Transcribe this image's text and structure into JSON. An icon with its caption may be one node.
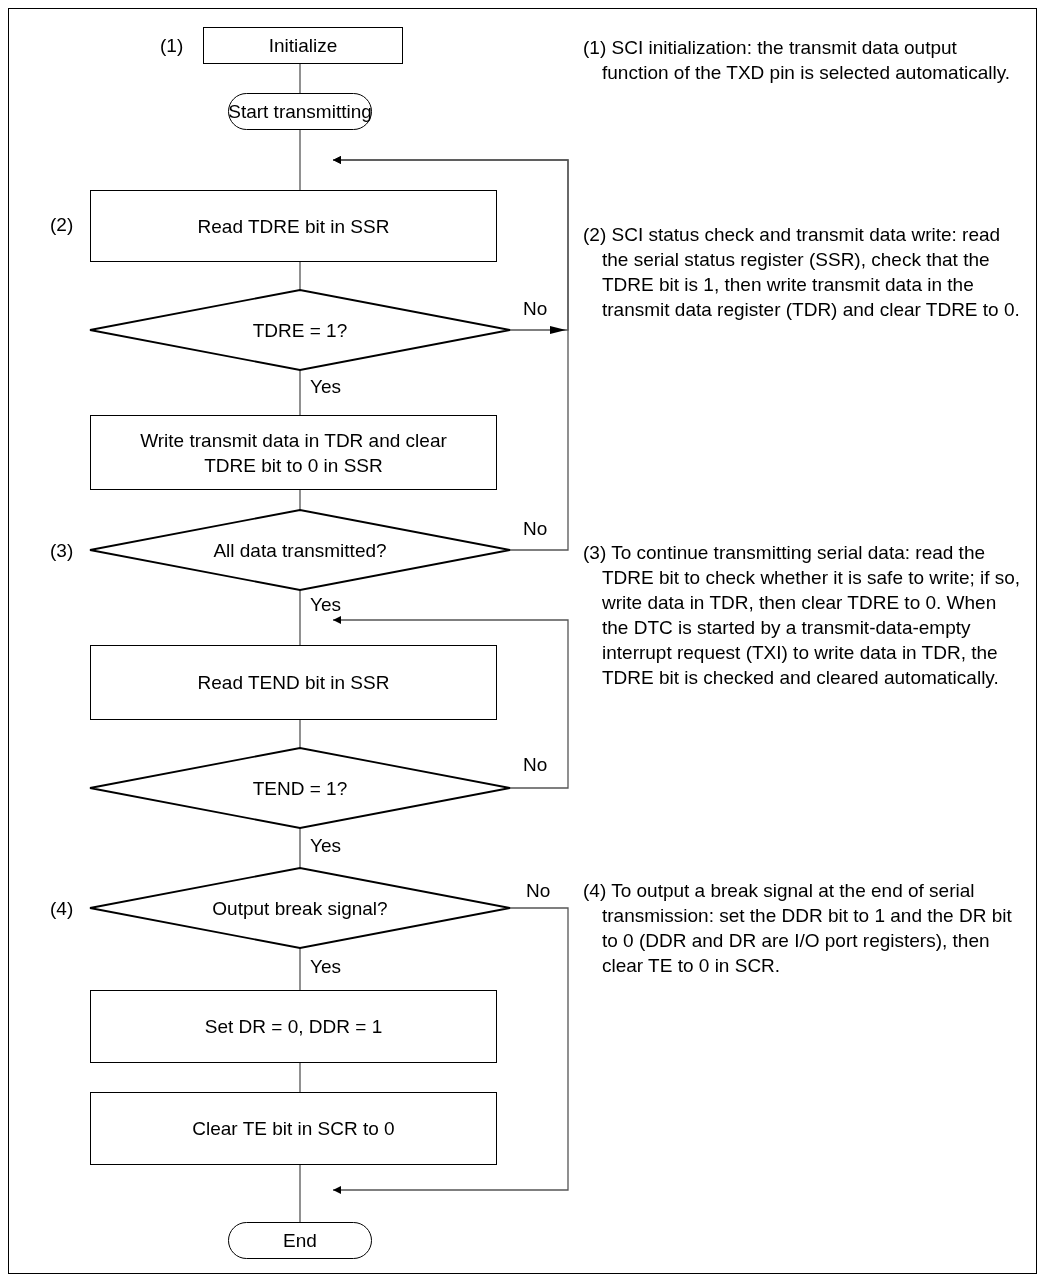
{
  "diagram": {
    "nodes": [
      {
        "text": [
          "Initialize"
        ],
        "beside": [
          "(1)"
        ]
      },
      {
        "text": [
          "Start transmitting"
        ]
      },
      {
        "text": [
          "Read TDRE bit in SSR"
        ],
        "beside": [
          "(2)"
        ]
      },
      {
        "text": [
          "TDRE = 1?"
        ]
      },
      {
        "text": [
          "Write transmit data in TDR and clear TDRE bit to 0 in SSR"
        ]
      },
      {
        "text": [
          "All data transmitted?"
        ],
        "beside": [
          "(3)"
        ]
      },
      {
        "text": [
          "Read TEND bit in SSR"
        ]
      },
      {
        "text": [
          "TEND = 1?"
        ]
      },
      {
        "text": [
          "Output break signal?"
        ],
        "beside": [
          "(4)"
        ]
      },
      {
        "text": [
          "Set DR = 0, DDR = 1"
        ]
      },
      {
        "text": [
          "Clear TE bit in SCR to 0"
        ]
      },
      {
        "text": [
          "End"
        ]
      }
    ],
    "edges": [
      {
        "from": 0,
        "to": 1,
        "arrow": "none"
      },
      {
        "from": 1,
        "to": 2,
        "arrow": "none"
      },
      {
        "from": 2,
        "to": 3,
        "arrow": "none"
      },
      {
        "from": 3,
        "to": 2,
        "arrow": "to",
        "label": "No"
      },
      {
        "from": 3,
        "to": 4,
        "arrow": "none",
        "label": "Yes"
      },
      {
        "from": 4,
        "to": 5,
        "arrow": "none"
      },
      {
        "from": 5,
        "to": 2,
        "arrow": "to",
        "label": "No"
      },
      {
        "from": 5,
        "to": 6,
        "arrow": "none",
        "label": "Yes"
      },
      {
        "from": 6,
        "to": 7,
        "arrow": "none"
      },
      {
        "from": 7,
        "to": 6,
        "arrow": "to",
        "label": "No"
      },
      {
        "from": 7,
        "to": 8,
        "arrow": "none",
        "label": "Yes"
      },
      {
        "from": 8,
        "to": 9,
        "arrow": "none",
        "label": "Yes"
      },
      {
        "from": 8,
        "to": 11,
        "arrow": "to",
        "label": "No"
      },
      {
        "from": 9,
        "to": 10,
        "arrow": "none"
      },
      {
        "from": 10,
        "to": 11,
        "arrow": "none"
      }
    ],
    "labels": [
      "(1) SCI initialization: the transmit data output function of the TXD pin is selected automatically.",
      "(2) SCI status check and transmit data write: read the serial status register (SSR), check that the TDRE bit is 1, then write transmit data in the transmit data register (TDR) and clear TDRE to 0.",
      "(3) To continue transmitting serial data: read the TDRE bit to check whether it is safe to write; if so, write data in TDR, then clear TDRE to 0.  When the DTC is started by a transmit-data-empty interrupt request (TXI) to write data in TDR, the TDRE bit is checked and cleared automatically.",
      "(4) To output a break signal at the end of serial transmission: set the DDR bit to 1 and the DR bit to 0 (DDR and DR are I/O port registers), then clear TE to 0 in SCR."
    ]
  }
}
